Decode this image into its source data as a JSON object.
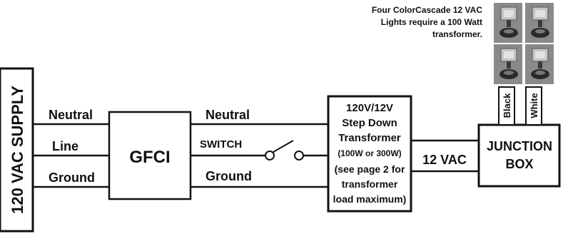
{
  "supply": {
    "label": "120 VAC SUPPLY"
  },
  "wires_left": {
    "neutral": "Neutral",
    "line": "Line",
    "ground": "Ground"
  },
  "gfci": {
    "label": "GFCI"
  },
  "wires_mid": {
    "neutral": "Neutral",
    "switch": "SWITCH",
    "ground": "Ground"
  },
  "transformer": {
    "lines": [
      "120V/12V",
      "Step Down",
      "Transformer",
      "(100W or 300W)",
      "(see page 2 for",
      "transformer",
      "load maximum)"
    ]
  },
  "output": {
    "voltage": "12 VAC"
  },
  "junction": {
    "line1": "JUNCTION",
    "line2": "BOX"
  },
  "leads": {
    "black": "Black",
    "white": "White"
  },
  "note": {
    "lines": [
      "Four ColorCascade 12 VAC",
      "Lights require a 100 Watt",
      "transformer."
    ]
  },
  "lights": [
    {
      "icon": "light-fixture-icon"
    },
    {
      "icon": "light-fixture-icon"
    },
    {
      "icon": "light-fixture-icon"
    },
    {
      "icon": "light-fixture-icon"
    }
  ],
  "colors": {
    "line": "#111111",
    "photo_bg": "#8a8a8a"
  }
}
